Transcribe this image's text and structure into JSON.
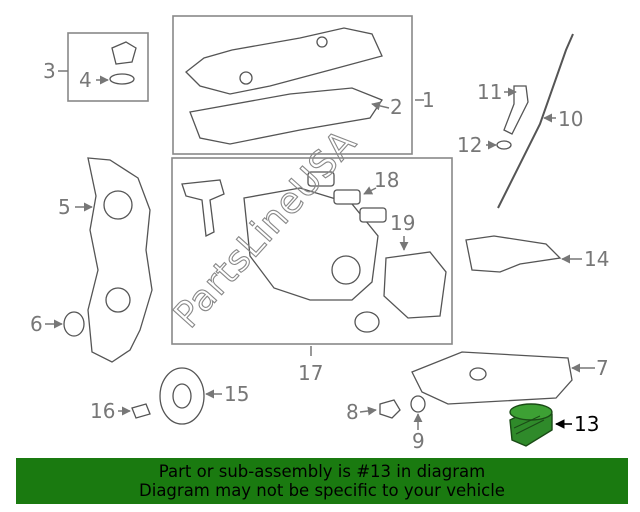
{
  "diagram": {
    "callouts": [
      "1",
      "2",
      "3",
      "4",
      "5",
      "6",
      "7",
      "8",
      "9",
      "10",
      "11",
      "12",
      "13",
      "14",
      "15",
      "16",
      "17",
      "18",
      "19"
    ],
    "highlighted_part": "13",
    "highlight_color": "#2f8a2a",
    "watermark": "PartsLineUSA"
  },
  "banner": {
    "line1": "Part or sub-assembly is #13 in diagram",
    "line2": "Diagram may not be specific to your vehicle",
    "color": "#1a7a10"
  }
}
